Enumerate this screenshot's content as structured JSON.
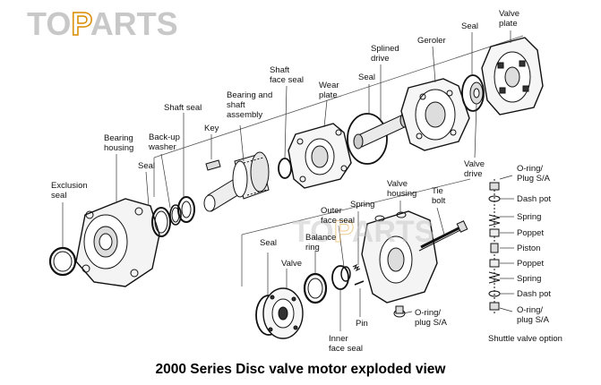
{
  "logo": {
    "part1": "TO",
    "part2": "P",
    "part3": "ARTS"
  },
  "watermark": {
    "part1": "TO",
    "part2": "P",
    "part3": "ARTS"
  },
  "caption": "2000 Series Disc valve motor exploded view",
  "labels": {
    "valve_plate": "Valve\nplate",
    "seal_top": "Seal",
    "geroler": "Geroler",
    "splined_drive": "Splined\ndrive",
    "seal_mid": "Seal",
    "wear_plate": "Wear\nplate",
    "shaft_face_seal": "Shaft\nface seal",
    "bearing_shaft_assembly": "Bearing and\nshaft\nassembly",
    "shaft_seal": "Shaft seal",
    "key": "Key",
    "back_up_washer": "Back-up\nwasher",
    "bearing_housing": "Bearing\nhousing",
    "seal_left": "Seal",
    "exclusion_seal": "Exclusion\nseal",
    "valve_drive": "Valve\ndrive",
    "tie_bolt": "Tie\nbolt",
    "valve_housing": "Valve\nhousing",
    "spring": "Spring",
    "outer_face_seal": "Outer\nface seal",
    "balance_ring": "Balance\nring",
    "seal_lower": "Seal",
    "valve": "Valve",
    "pin": "Pin",
    "inner_face_seal": "Inner\nface seal",
    "oring_plug_lower": "O-ring/\nplug S/A"
  },
  "shuttle": {
    "items": [
      "O-ring/\nPlug S/A",
      "Dash pot",
      "Spring",
      "Poppet",
      "Piston",
      "Poppet",
      "Spring",
      "Dash pot",
      "O-ring/\nplug S/A"
    ],
    "title": "Shuttle valve option"
  },
  "colors": {
    "ink": "#111111",
    "logo_gray": "#c8c8c8",
    "logo_orange": "#d98c00"
  }
}
